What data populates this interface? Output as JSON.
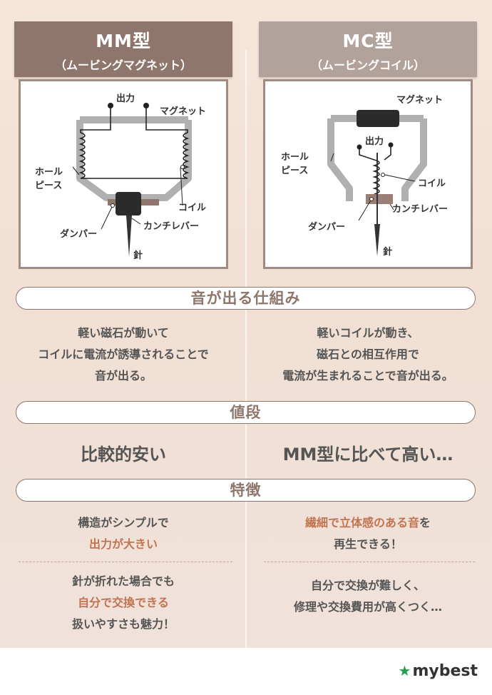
{
  "mm": {
    "title": "MM型",
    "subtitle": "（ムービングマグネット）",
    "diagram": {
      "output": "出力",
      "magnet": "マグネット",
      "pole_1": "ホール",
      "pole_2": "ピース",
      "coil": "コイル",
      "damper": "ダンパー",
      "cantilever": "カンチレバー",
      "needle": "針"
    }
  },
  "mc": {
    "title": "MC型",
    "subtitle": "（ムービングコイル）",
    "diagram": {
      "output": "出力",
      "magnet": "マグネット",
      "pole_1": "ホール",
      "pole_2": "ピース",
      "coil": "コイル",
      "damper": "ダンパー",
      "cantilever": "カンチレバー",
      "needle": "針"
    }
  },
  "sections": {
    "mechanism": "音が出る仕組み",
    "price": "値段",
    "features": "特徴"
  },
  "mechanism": {
    "mm_line1": "軽い磁石が動いて",
    "mm_line2": "コイルに電流が誘導されることで",
    "mm_line3": "音が出る。",
    "mc_line1": "軽いコイルが動き、",
    "mc_line2": "磁石との相互作用で",
    "mc_line3": "電流が生まれることで音が出る。"
  },
  "price": {
    "mm": "比較的安い",
    "mc": "MM型に比べて高い…"
  },
  "features": {
    "mm1_plain": "構造がシンプルで",
    "mm1_hl": "出力が大きい",
    "mm2_plain1": "針が折れた場合でも",
    "mm2_hl": "自分で交換できる",
    "mm2_plain2": "扱いやすさも魅力！",
    "mc1_hl": "繊細で立体感のある音",
    "mc1_tail": "を",
    "mc1_plain": "再生できる！",
    "mc2_plain": "自分で交換が難しく、",
    "mc2_plain2": "修理や交換費用が高くつく…"
  },
  "footer": {
    "logo": "mybest"
  },
  "colors": {
    "mm_header": "#8e766c",
    "mc_header": "#b2a29c",
    "highlight": "#c27450",
    "brand_star": "#1fa34a"
  }
}
